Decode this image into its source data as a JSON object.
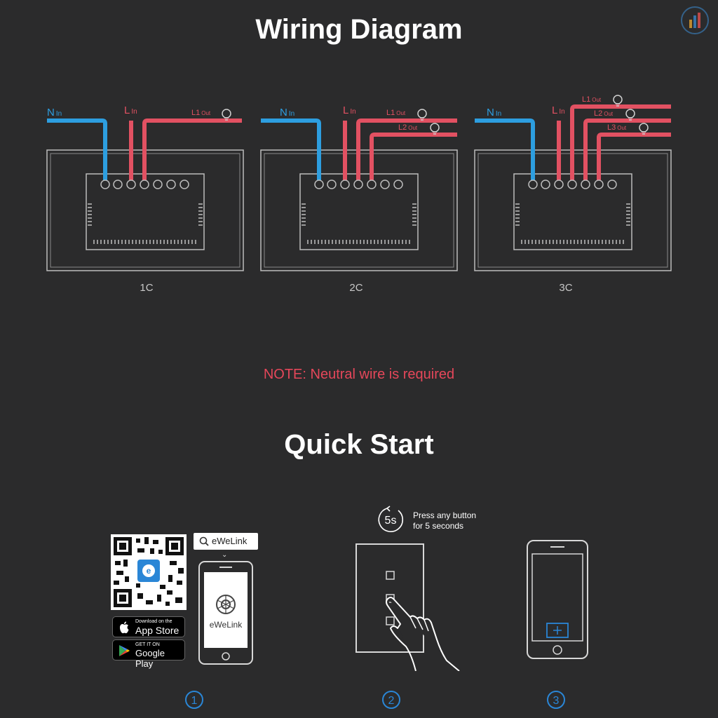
{
  "wiring": {
    "title": "Wiring Diagram",
    "labels": {
      "n_in_letter": "N",
      "n_in_sub": "In",
      "l_in_letter": "L",
      "l_in_sub": "In",
      "l1_letter": "L1",
      "l2_letter": "L2",
      "l3_letter": "L3",
      "out_sub": "Out"
    },
    "panels": [
      {
        "caption": "1C"
      },
      {
        "caption": "2C"
      },
      {
        "caption": "3C"
      }
    ],
    "note": "NOTE: Neutral wire is required",
    "colors": {
      "neutral": "#2d9ee0",
      "live": "#e25162",
      "line_art": "#bcbcbc"
    }
  },
  "quick_start": {
    "title": "Quick Start",
    "search_label": "eWeLink",
    "phone_app_label": "eWeLink",
    "app_store": {
      "small": "Download on the",
      "big": "App Store"
    },
    "google_play": {
      "small": "GET IT ON",
      "big": "Google Play"
    },
    "timer": "5s",
    "press_text_line1": "Press any button",
    "press_text_line2": "for 5 seconds",
    "steps": [
      "1",
      "2",
      "3"
    ],
    "accent": "#2a86d6"
  }
}
